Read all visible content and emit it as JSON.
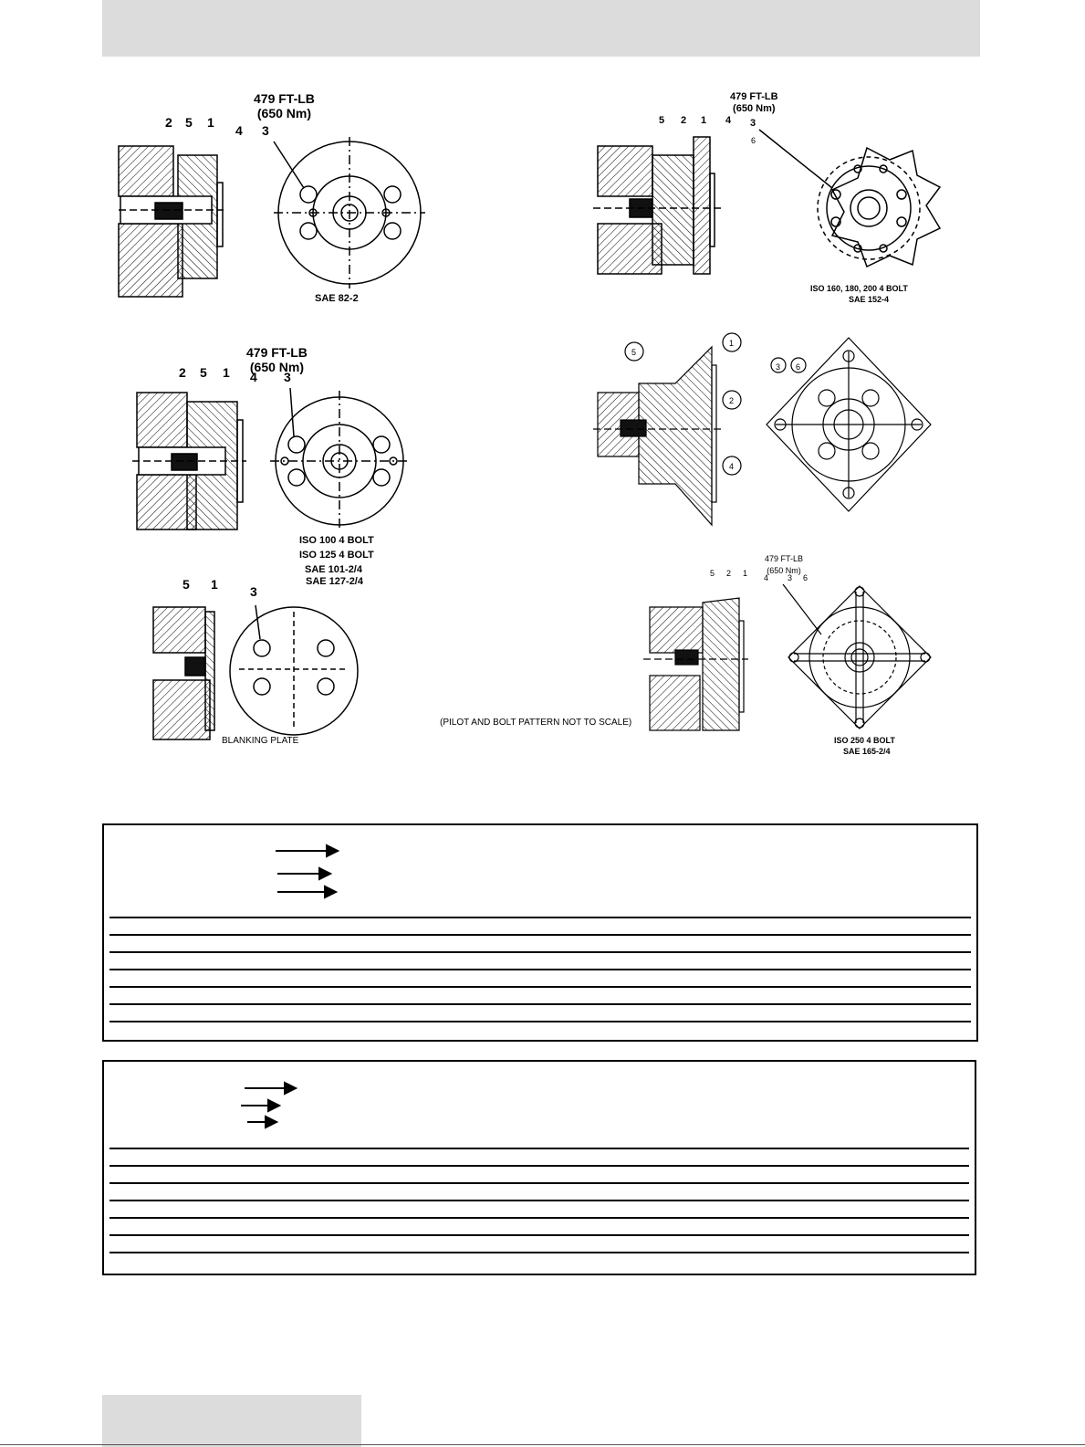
{
  "torque_labels": [
    {
      "ftlb": "479 FT-LB",
      "nm": "(650 Nm)"
    },
    {
      "ftlb": "479 FT-LB",
      "nm": "(650 Nm)"
    },
    {
      "ftlb": "479 FT-LB",
      "nm": "(650 Nm)"
    },
    {
      "ftlb": "479 FT-LB",
      "nm": "(650 Nm)"
    }
  ],
  "callouts": {
    "one": "1",
    "two": "2",
    "three": "3",
    "four": "4",
    "five": "5",
    "six": "6"
  },
  "captions": {
    "sae_82_2": "SAE 82-2",
    "iso_160": "ISO 160, 180, 200 4 BOLT",
    "sae_152_4": "SAE 152-4",
    "iso_100": "ISO 100 4 BOLT",
    "iso_125": "ISO 125 4 BOLT",
    "sae_101": "SAE  101-2/4",
    "sae_127": "SAE 127-2/4",
    "blanking_plate": "BLANKING PLATE",
    "pilot_note": "(PILOT AND BOLT PATTERN NOT TO SCALE)",
    "iso_250": "ISO 250 4 BOLT",
    "sae_165": "SAE 165-2/4"
  }
}
